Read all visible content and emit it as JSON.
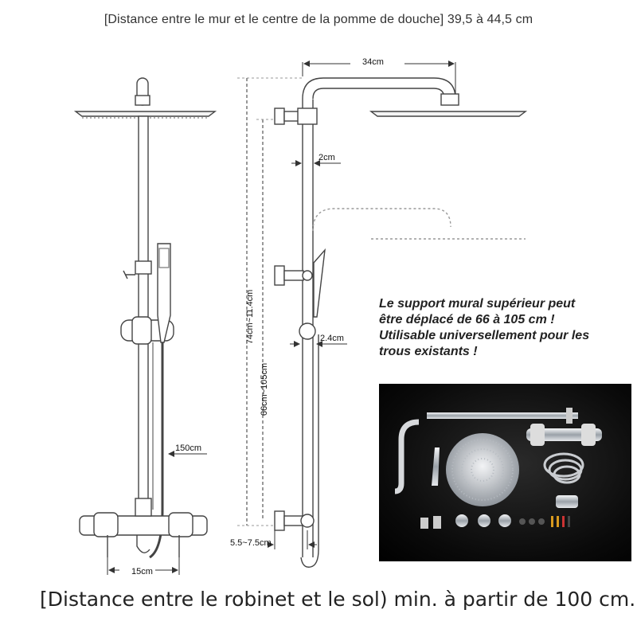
{
  "top_caption": "[Distance entre le mur et le centre de la pomme de douche] 39,5 à 44,5 cm",
  "bottom_caption": "[Distance entre le robinet et le sol) min. à partir de 100 cm.",
  "note_lines": [
    "Le support mural supérieur peut",
    "être déplacé de 66 à 105 cm !",
    "Utilisable universellement pour les",
    "trous existants !"
  ],
  "dimensions": {
    "arm_width": "34cm",
    "pipe_diameter": "2cm",
    "bracket_offset": "2.4cm",
    "total_height": "74cm~11.4cm",
    "bracket_range": "66cm~105cm",
    "hose_length": "150cm",
    "inlet_spacing": "15cm",
    "wall_offset": "5.5~7.5cm"
  },
  "colors": {
    "line": "#444444",
    "photo_bg": "#0b0b0b",
    "chrome": "#cfd3d8"
  }
}
